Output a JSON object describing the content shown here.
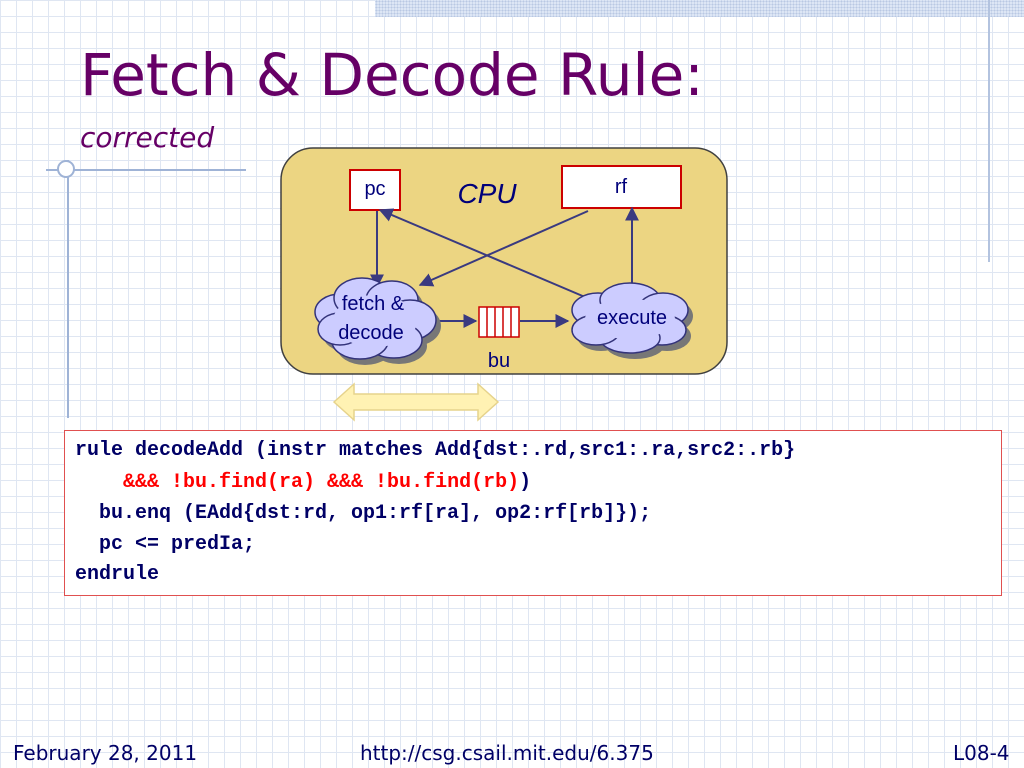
{
  "slide": {
    "title": "Fetch & Decode Rule:",
    "subtitle": "corrected"
  },
  "diagram": {
    "container_label": "CPU",
    "pc_label": "pc",
    "rf_label": "rf",
    "fetch_line1": "fetch &",
    "fetch_line2": "decode",
    "execute_label": "execute",
    "fifo_label": "bu"
  },
  "code": {
    "line1": "rule decodeAdd (instr matches Add{dst:.rd,src1:.ra,src2:.rb}",
    "line2_indent": "    ",
    "line2_guard": "&&& !bu.find(ra) &&& !bu.find(rb)",
    "line2_close": ")",
    "line3": "  bu.enq (EAdd{dst:rd, op1:rf[ra], op2:rf[rb]});",
    "line4": "  pc <= predIa;",
    "line5": "endrule"
  },
  "footer": {
    "date": "February 28, 2011",
    "url": "http://csg.csail.mit.edu/6.375",
    "slide_number": "L08-4"
  },
  "colors": {
    "title": "#660066",
    "cpu_fill": "#ecd582",
    "register_border": "#cc0000",
    "cloud_fill": "#ccccff",
    "arrow": "#3a3a80",
    "double_arrow": "#fff2b3",
    "code_border": "#e05050",
    "code_text": "#000066",
    "code_highlight": "#ff0000"
  }
}
